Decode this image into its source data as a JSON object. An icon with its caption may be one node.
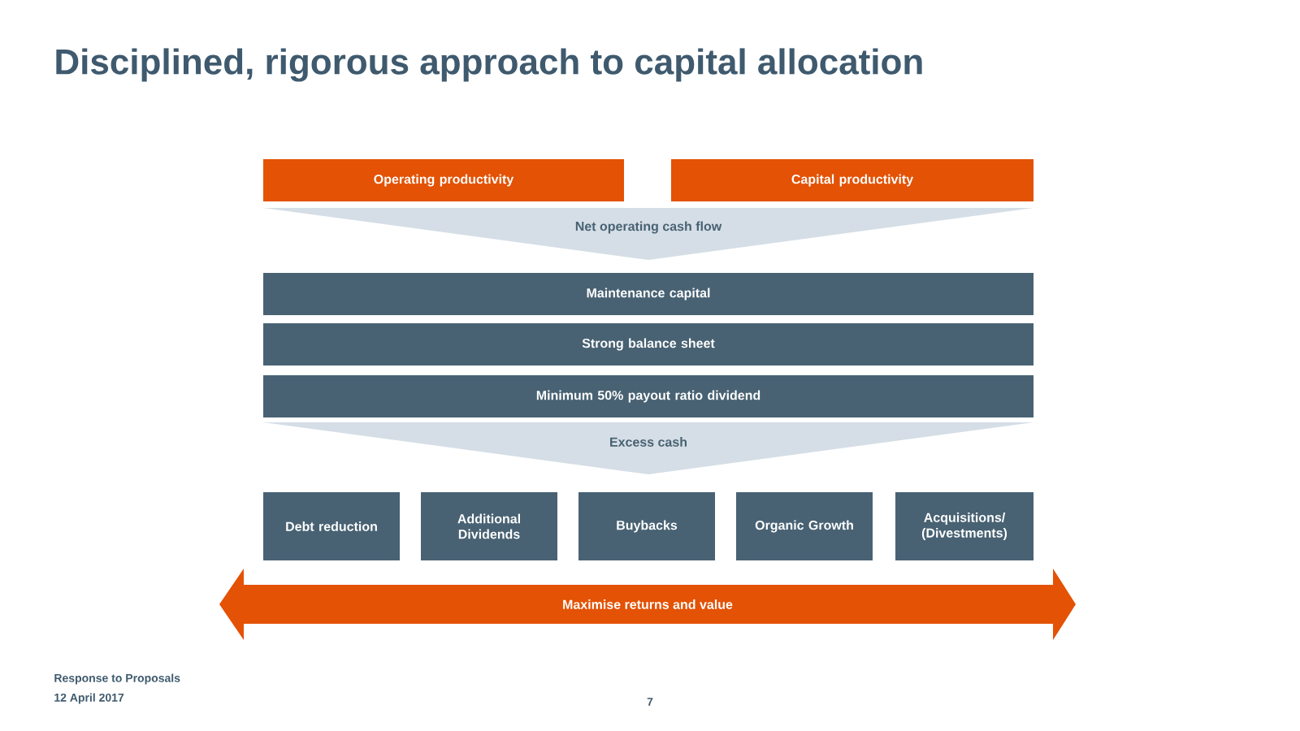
{
  "diagram": {
    "title": "Disciplined, rigorous approach to capital allocation",
    "nodes": [
      {
        "text": [
          "Operating productivity"
        ]
      },
      {
        "text": [
          "Capital productivity"
        ]
      },
      {
        "text": [
          "Net operating cash flow"
        ]
      },
      {
        "text": [
          "Maintenance capital"
        ]
      },
      {
        "text": [
          "Strong balance sheet"
        ]
      },
      {
        "text": [
          "Minimum 50% payout ratio dividend"
        ]
      },
      {
        "text": [
          "Excess cash"
        ]
      },
      {
        "text": [
          "Debt reduction"
        ]
      },
      {
        "text": [
          "Additional Dividends"
        ]
      },
      {
        "text": [
          "Buybacks"
        ]
      },
      {
        "text": [
          "Organic Growth"
        ]
      },
      {
        "text": [
          "Acquisitions/ (Divestments)"
        ]
      },
      {
        "text": [
          "Maximise returns and value"
        ]
      }
    ],
    "labels": [
      "Response to Proposals",
      "12 April 2017",
      "7"
    ]
  }
}
